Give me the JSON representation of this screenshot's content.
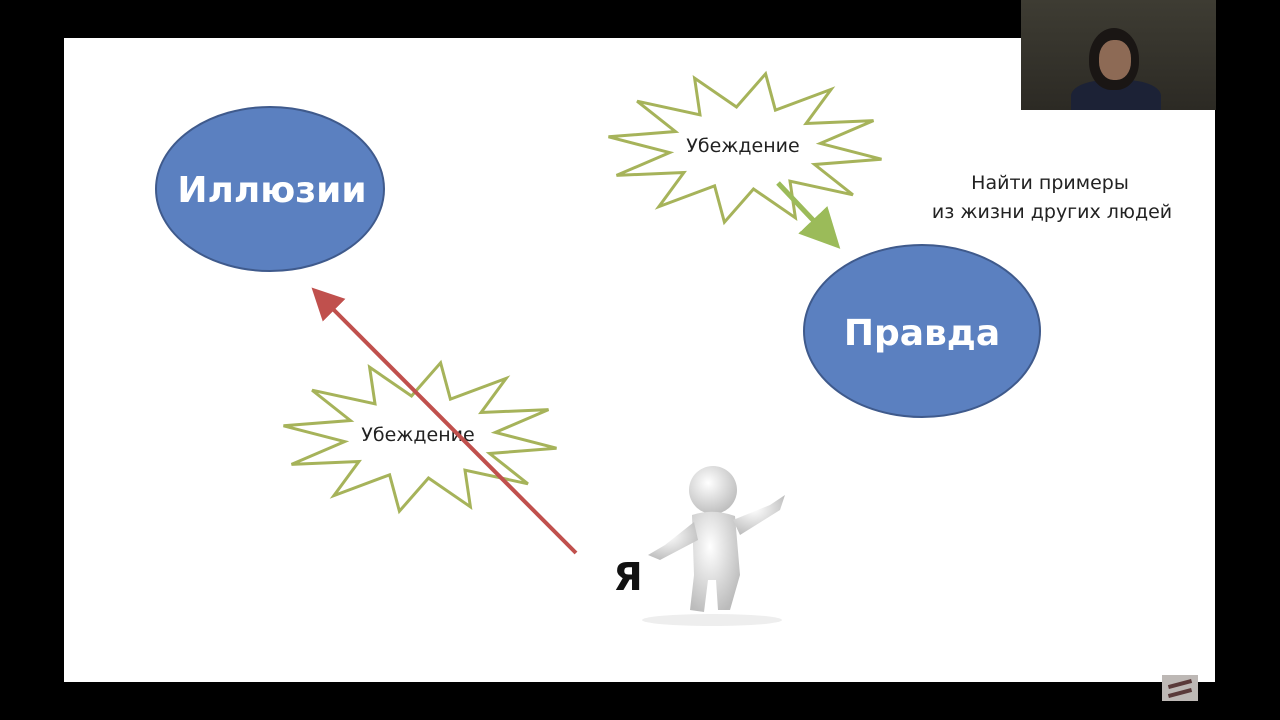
{
  "slide": {
    "illusions_label": "Иллюзии",
    "truth_label": "Правда",
    "belief_top_label": "Убеждение",
    "belief_bottom_label": "Убеждение",
    "note_line1": "Найти примеры",
    "note_line2": "из жизни других людей",
    "me_label": "Я"
  },
  "colors": {
    "ellipse": "#5b80c0",
    "ellipse_stroke": "#3f5a8c",
    "burst": "#a6b35a",
    "red_arrow": "#c0504d",
    "green_arrow": "#9bbb59"
  }
}
